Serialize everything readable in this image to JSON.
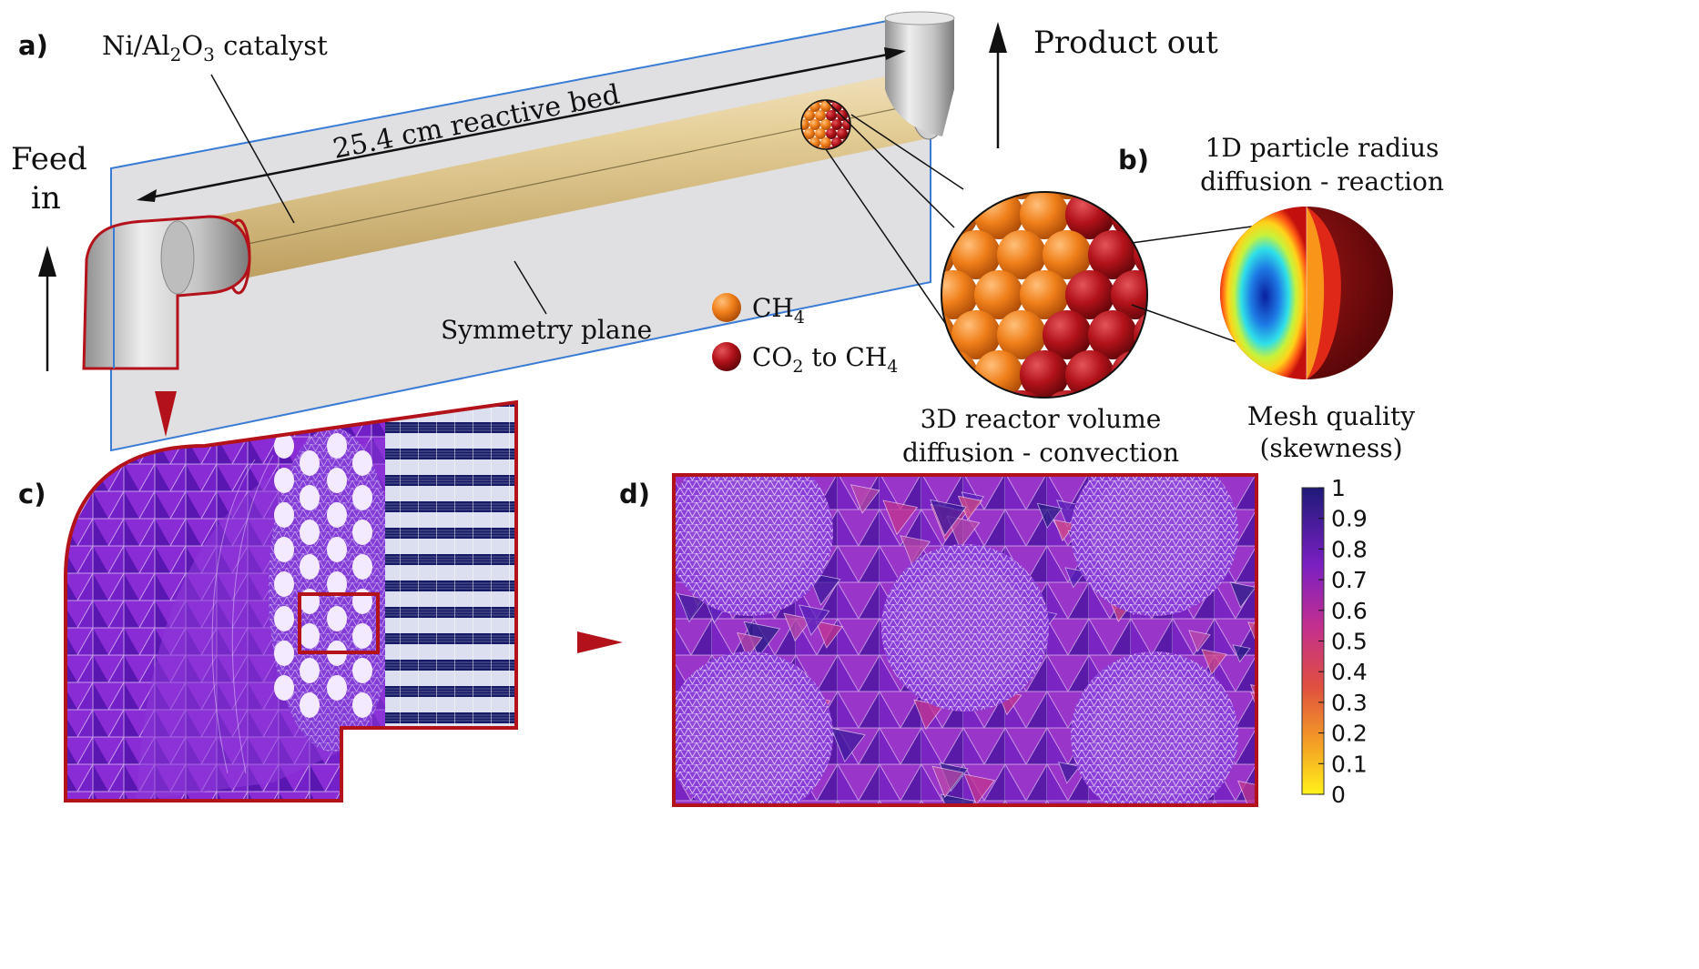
{
  "panels": {
    "a": "a)",
    "b": "b)",
    "c": "c)",
    "d": "d)"
  },
  "reactor": {
    "catalyst_label_prefix": "Ni/Al",
    "catalyst_sub_1": "2",
    "catalyst_mid": "O",
    "catalyst_sub_2": "3",
    "catalyst_suffix": " catalyst",
    "bed_length_label": "25.4 cm reactive bed",
    "feed_line1": "Feed",
    "feed_line2": "in",
    "product_out": "Product out",
    "symmetry_plane": "Symmetry plane"
  },
  "legend": {
    "ch4_prefix": "CH",
    "ch4_sub": "4",
    "co2_prefix": "CO",
    "co2_sub": "2",
    "co2_mid": " to CH",
    "co2_sub2": "4",
    "ch4_color": "#f07f1a",
    "co2_color": "#b3121a"
  },
  "zoom": {
    "volume_line1": "3D reactor volume",
    "volume_line2": "diffusion - convection",
    "particle_line1": "1D particle radius",
    "particle_line2": "diffusion - reaction"
  },
  "colorbar": {
    "title_line1": "Mesh quality",
    "title_line2": "(skewness)",
    "ticks": [
      "1",
      "0.9",
      "0.8",
      "0.7",
      "0.6",
      "0.5",
      "0.4",
      "0.3",
      "0.2",
      "0.1",
      "0"
    ],
    "range": [
      0,
      1
    ]
  },
  "colors": {
    "outline_red": "#b3121a",
    "plane_blue": "#3a7bd5",
    "tube_gold": "#e4cd95",
    "mesh_purple": "#6a1fc9"
  }
}
